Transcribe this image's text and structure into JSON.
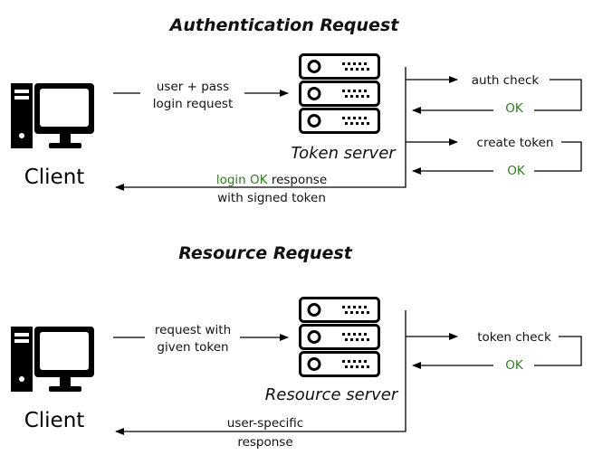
{
  "auth": {
    "title": "Authentication Request",
    "client_label": "Client",
    "server_label": "Token server",
    "request_line1": "user + pass",
    "request_line2": "login request",
    "auth_check": "auth check",
    "ok1": "OK",
    "create_token": "create token",
    "ok2": "OK",
    "response_ok_part1": "login",
    "response_ok_part2": "OK",
    "response_line1_rest": "response",
    "response_line2": "with signed token"
  },
  "resource": {
    "title": "Resource Request",
    "client_label": "Client",
    "server_label": "Resource server",
    "request_line1": "request with",
    "request_line2": "given token",
    "token_check": "token check",
    "ok": "OK",
    "response_line1": "user-specific",
    "response_line2": "response"
  },
  "colors": {
    "ok_green": "#2e7d1f",
    "line": "#000000"
  },
  "icons": {
    "client": "desktop-computer-icon",
    "server": "server-rack-icon"
  }
}
